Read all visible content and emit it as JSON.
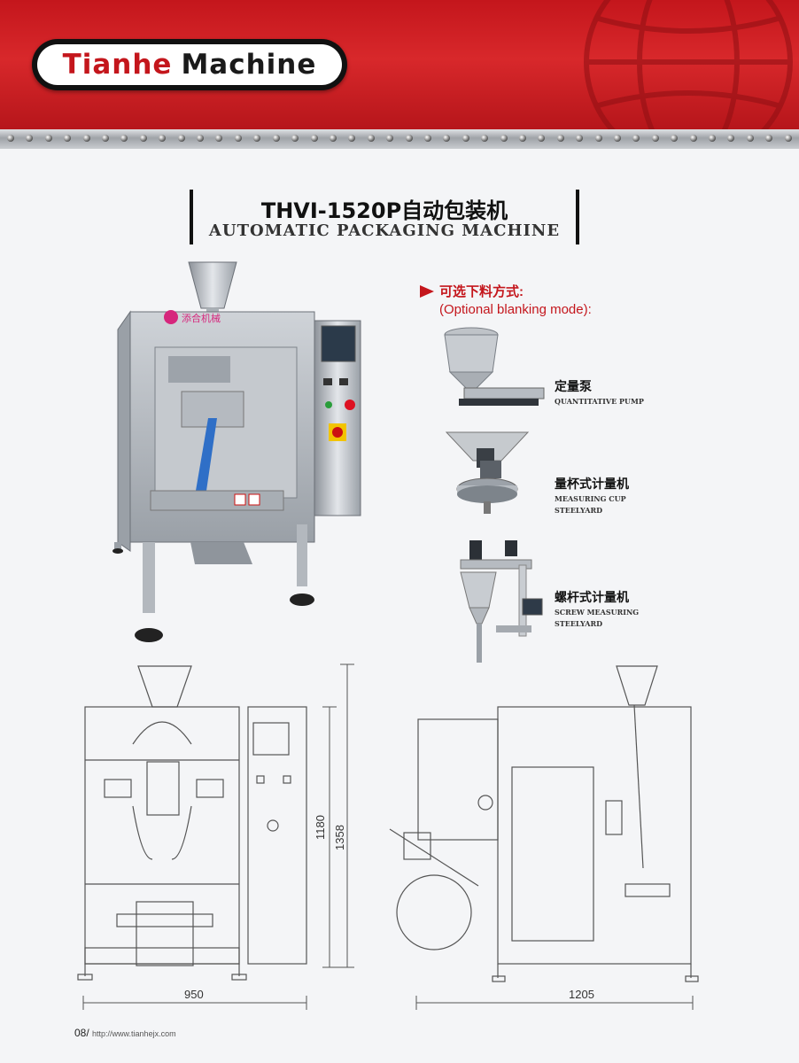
{
  "header": {
    "brand_part1": "Tianhe",
    "brand_part2": "Machine"
  },
  "title": {
    "chinese": "THVI-1520P自动包装机",
    "english": "AUTOMATIC PACKAGING MACHINE"
  },
  "machine_badge": "添合机械",
  "options": {
    "heading_cn": "可选下料方式:",
    "heading_en": "(Optional blanking mode):",
    "items": [
      {
        "cn": "定量泵",
        "en": "QUANTITATIVE PUMP",
        "icon": "quantitative-pump-icon"
      },
      {
        "cn": "量杯式计量机",
        "en_line1": "MEASURING CUP",
        "en_line2": "STEELYARD",
        "icon": "measuring-cup-icon"
      },
      {
        "cn": "螺杆式计量机",
        "en_line1": "SCREW MEASURING",
        "en_line2": "STEELYARD",
        "icon": "screw-measuring-icon"
      }
    ]
  },
  "drawings": {
    "front_width": "950",
    "front_height_inner": "1180",
    "front_height_outer": "1358",
    "side_width": "1205"
  },
  "footer": {
    "page_number": "08/",
    "url": "http://www.tianhejx.com"
  },
  "colors": {
    "brand_red": "#c4161c",
    "steel": "#b8bcc2"
  }
}
